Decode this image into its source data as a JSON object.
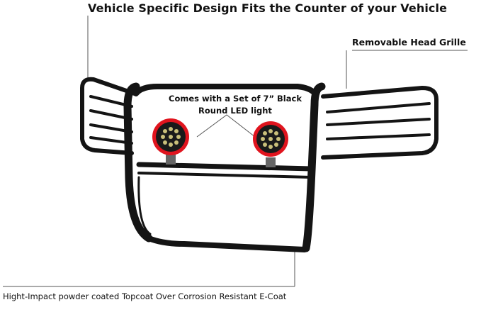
{
  "callouts": {
    "title": "Vehicle Specific Design Fits the Counter of your Vehicle",
    "grille": "Removable Head Grille",
    "led_line1": "Comes with a Set of 7” Black",
    "led_line2": "Round LED light",
    "coating": "Hight-Impact powder coated Topcoat Over Corrosion Resistant E-Coat"
  },
  "product": {
    "name": "grille guard with LED lights",
    "frame_color": "#141414",
    "led_housing_color": "#e0141e",
    "led_face_color": "#1a1a1a",
    "led_diode_color": "#c9bf7a"
  }
}
